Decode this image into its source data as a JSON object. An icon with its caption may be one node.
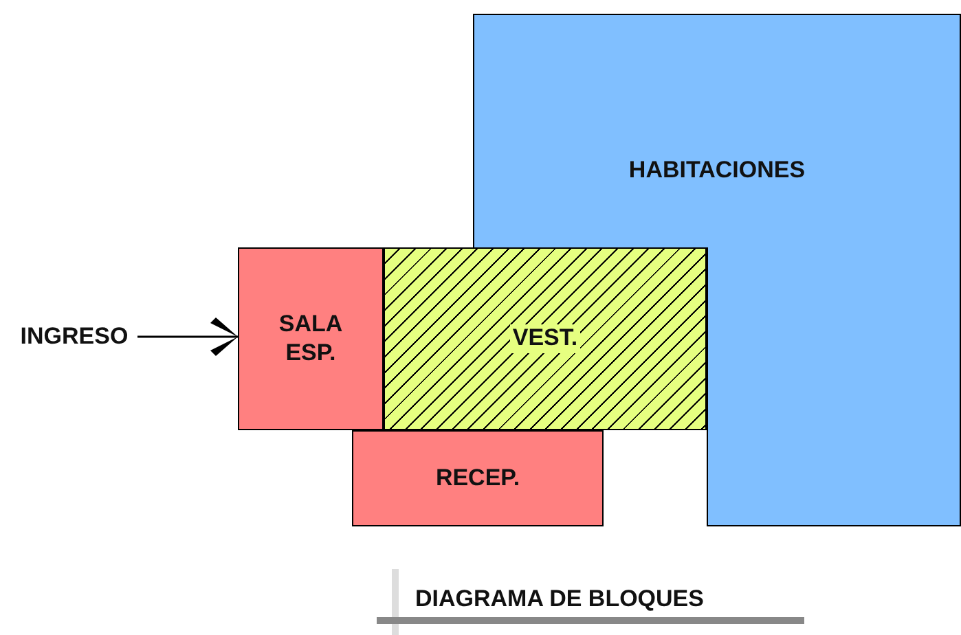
{
  "diagram": {
    "title": "DIAGRAMA DE BLOQUES",
    "nodes": [
      {
        "text": [
          "HABITACIONES"
        ]
      },
      {
        "text": [
          "SALA ESP."
        ]
      },
      {
        "text": [
          "VEST."
        ]
      },
      {
        "text": [
          "RECEP."
        ]
      },
      {
        "text": [
          "INGRESO"
        ]
      }
    ],
    "edges": [
      {
        "from": 4,
        "to": 1,
        "arrow": "to"
      }
    ]
  }
}
